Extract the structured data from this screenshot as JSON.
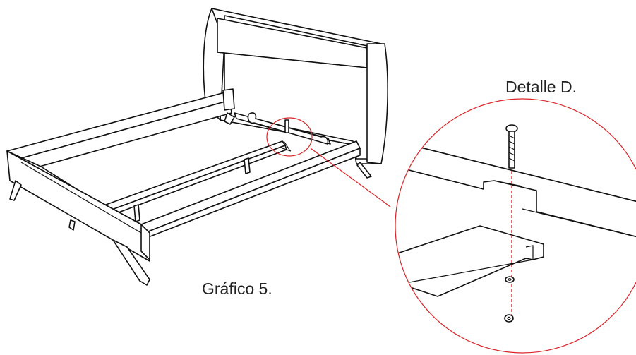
{
  "labels": {
    "detail": "Detalle D.",
    "figure": "Gráfico 5."
  },
  "colors": {
    "line": "#111111",
    "callout": "#d9252a",
    "background": "#ffffff"
  },
  "parts": {
    "headboard": "headboard",
    "footboard": "footboard",
    "side_rails": "side-rails",
    "center_rail": "center-rail",
    "detail_bolt": "bolt",
    "detail_washer": "washer",
    "detail_nut": "nut"
  }
}
